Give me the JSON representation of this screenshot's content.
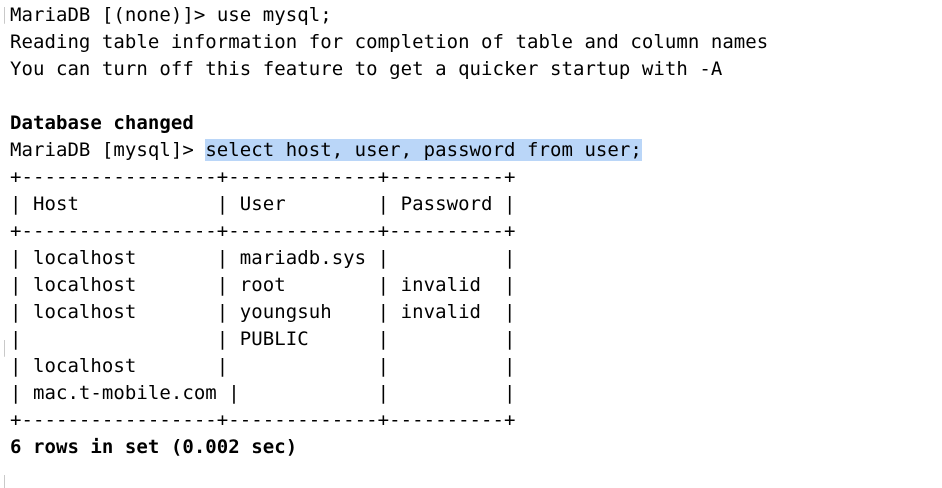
{
  "terminal": {
    "background_color": "#ffffff",
    "foreground_color": "#000000",
    "selection_color": "#bad6f8",
    "artifact_color": "#b4b4b4",
    "edge_artifact_glyph": "[",
    "lines": {
      "l1_prompt": "MariaDB [(none)]> ",
      "l1_command": "use mysql;",
      "l2": "Reading table information for completion of table and column names",
      "l3": "You can turn off this feature to get a quicker startup with -A",
      "l4": "",
      "l5_status": "Database changed",
      "l6_prompt": "MariaDB [mysql]> ",
      "l6_command": "select host, user, password from user;",
      "l7_border": "+-----------------+-------------+----------+",
      "l8_header": "| Host            | User        | Password |",
      "l9_border": "+-----------------+-------------+----------+",
      "l10_row": "| localhost       | mariadb.sys |          |",
      "l11_row": "| localhost       | root        | invalid  |",
      "l12_row": "| localhost       | youngsuh    | invalid  |",
      "l13_row": "|                 | PUBLIC      |          |",
      "l14_row": "| localhost       |             |          |",
      "l15_row": "| mac.t-mobile.com |            |          |",
      "l16_border": "+-----------------+-------------+----------+",
      "l17_result": "6 rows in set (0.002 sec)"
    },
    "table": {
      "columns": [
        "Host",
        "User",
        "Password"
      ],
      "rows": [
        [
          "localhost",
          "mariadb.sys",
          ""
        ],
        [
          "localhost",
          "root",
          "invalid"
        ],
        [
          "",
          "PUBLIC",
          ""
        ],
        [
          "localhost",
          "youngsuh",
          "invalid"
        ],
        [
          "localhost",
          "",
          ""
        ],
        [
          "mac.t-mobile.com",
          "",
          ""
        ]
      ],
      "row_count_text": "6 rows in set (0.002 sec)"
    }
  }
}
